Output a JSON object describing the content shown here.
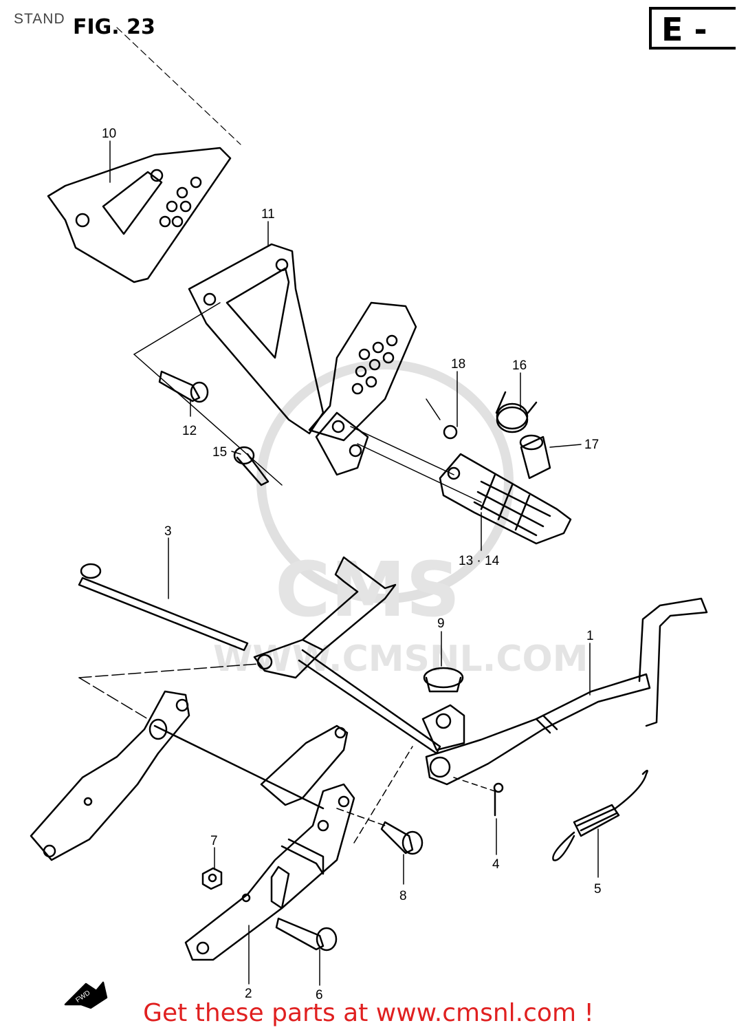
{
  "header": {
    "section": "STAND",
    "figure": "FIG. 23",
    "code": "E -"
  },
  "watermark": {
    "text1": "CMS",
    "text2": "WWW.CMSNL.COM"
  },
  "callouts": [
    {
      "id": "c10",
      "text": "10"
    },
    {
      "id": "c11",
      "text": "11"
    },
    {
      "id": "c12",
      "text": "12"
    },
    {
      "id": "c15",
      "text": "15"
    },
    {
      "id": "c18",
      "text": "18"
    },
    {
      "id": "c16",
      "text": "16"
    },
    {
      "id": "c17",
      "text": "17"
    },
    {
      "id": "c1314",
      "text": "13 · 14"
    },
    {
      "id": "c3",
      "text": "3"
    },
    {
      "id": "c9",
      "text": "9"
    },
    {
      "id": "c1",
      "text": "1"
    },
    {
      "id": "c7",
      "text": "7"
    },
    {
      "id": "c8",
      "text": "8"
    },
    {
      "id": "c4",
      "text": "4"
    },
    {
      "id": "c5",
      "text": "5"
    },
    {
      "id": "c2",
      "text": "2"
    },
    {
      "id": "c6",
      "text": "6"
    }
  ],
  "front_arrow": "FWD",
  "footer": "Get these parts at www.cmsnl.com !"
}
